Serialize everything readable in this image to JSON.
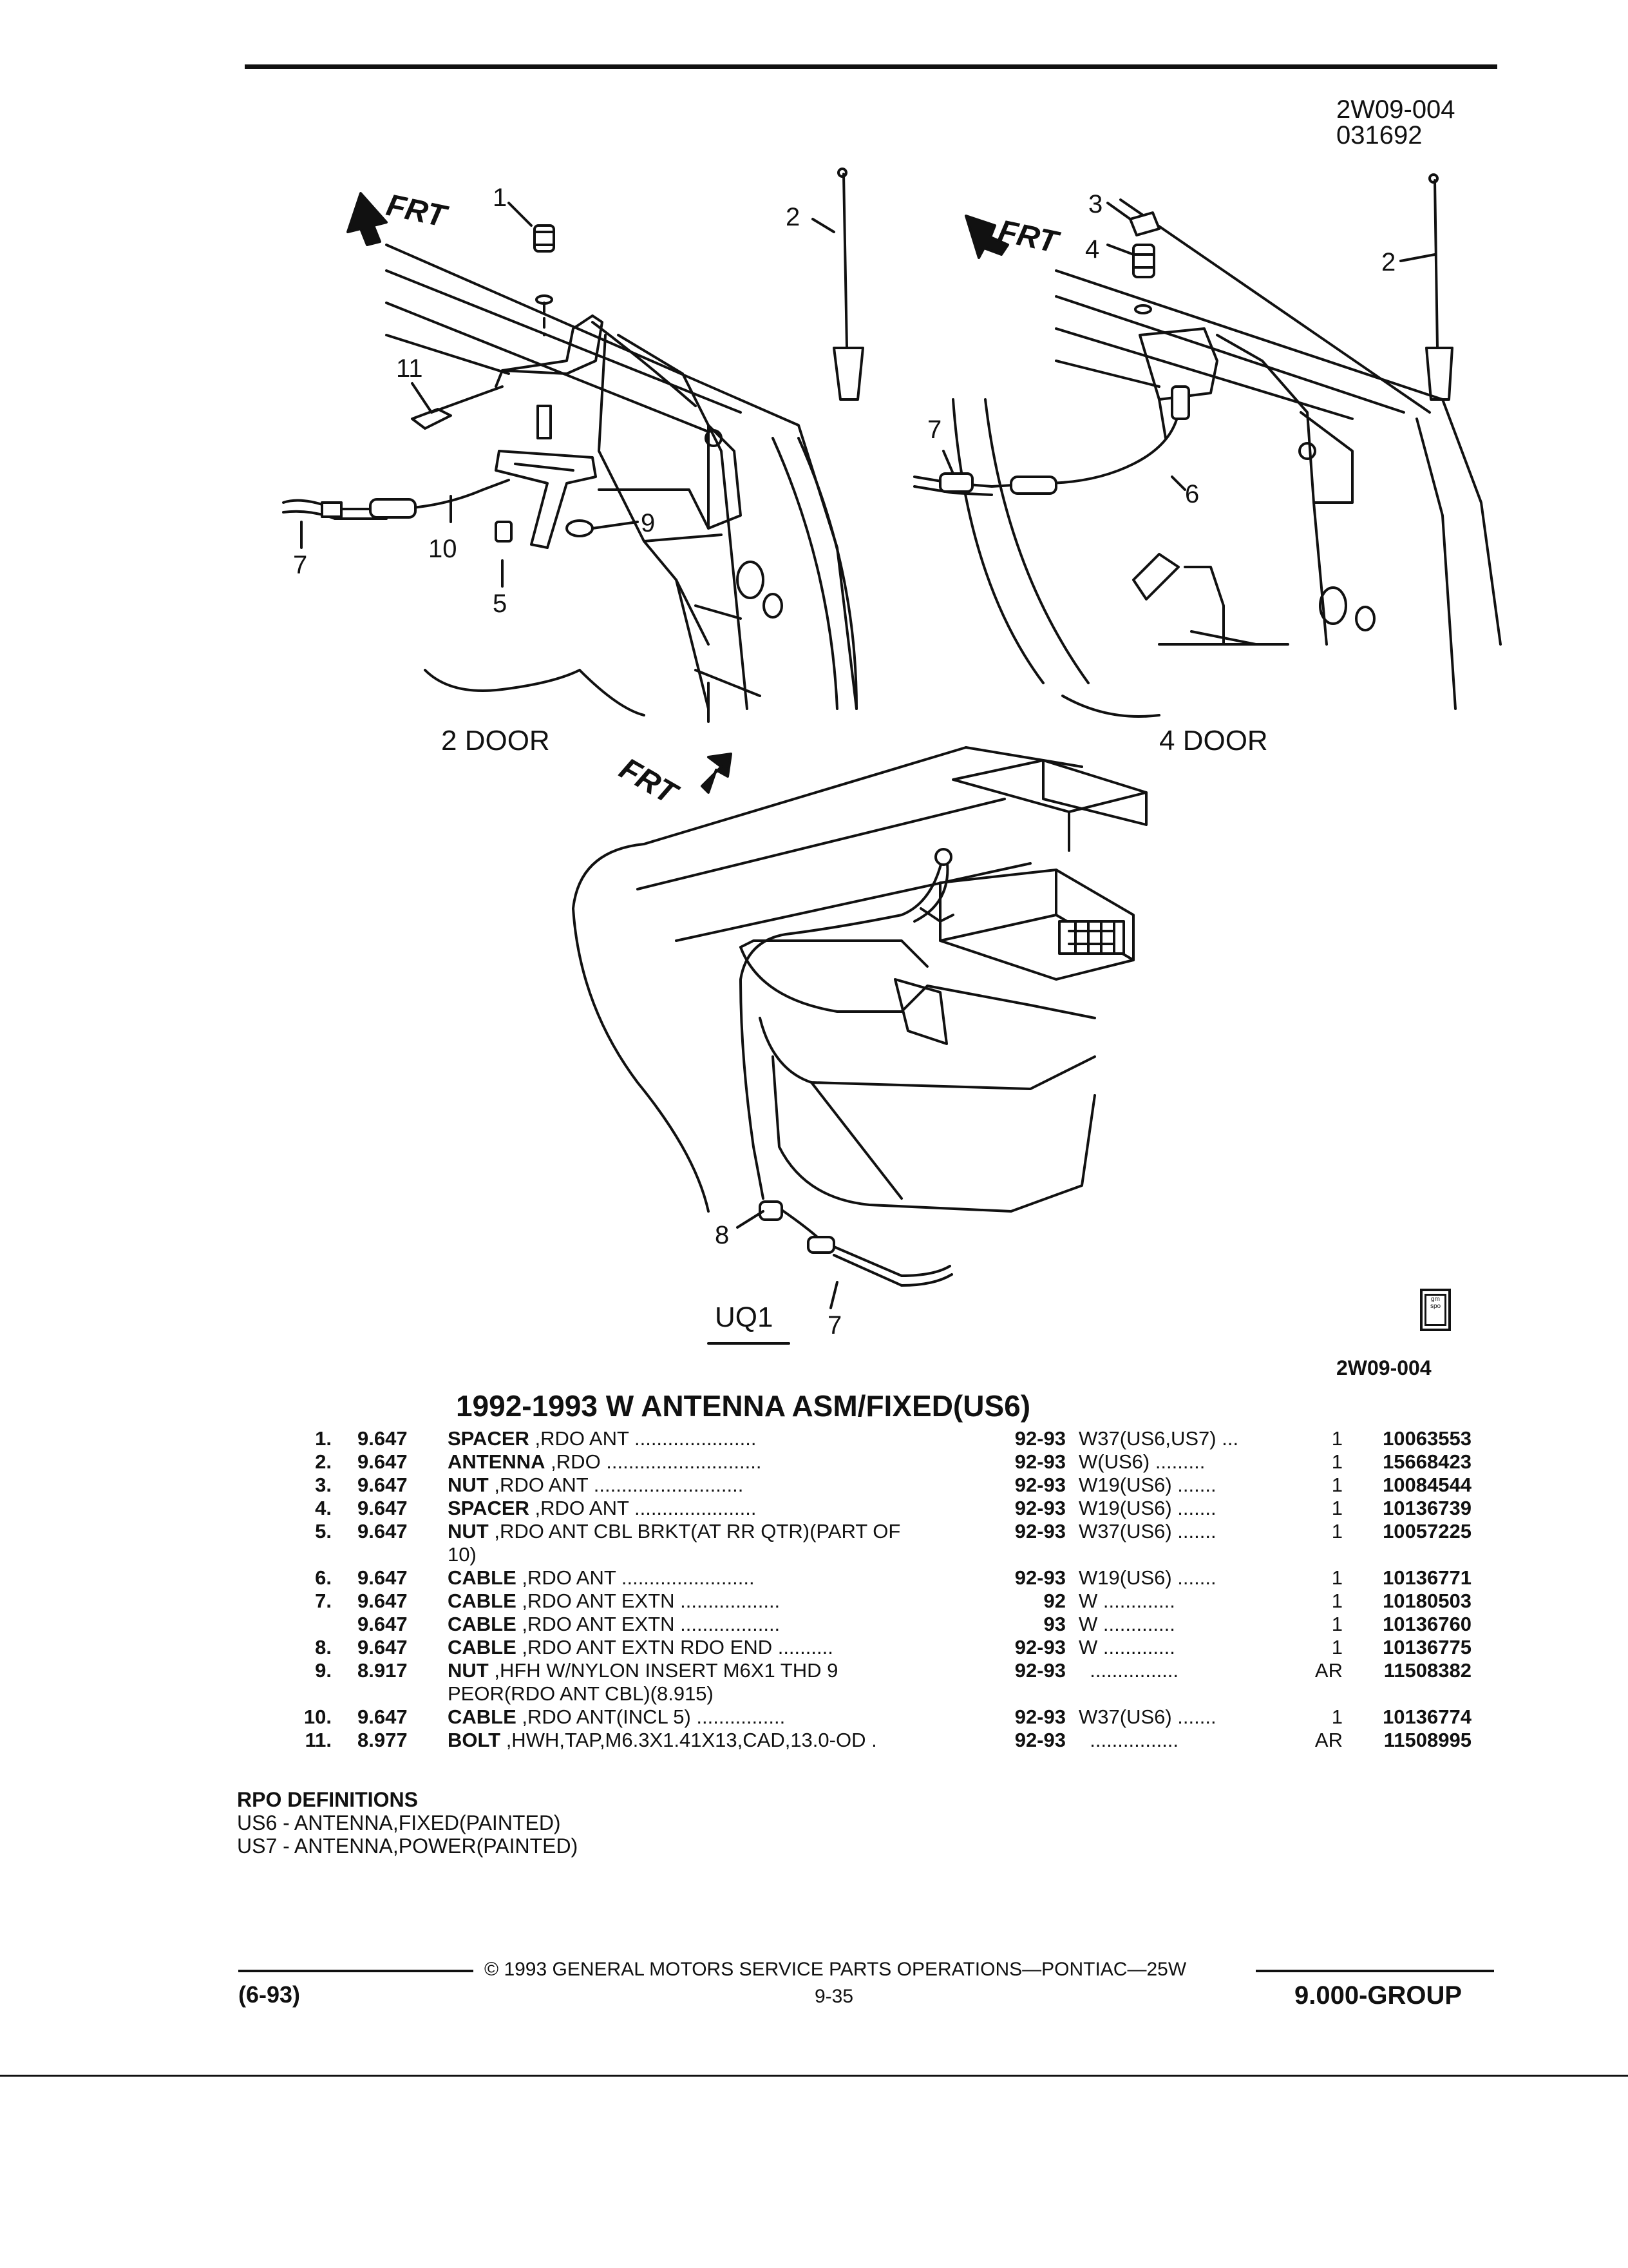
{
  "header": {
    "ref_code": "2W09-004",
    "ref_date": "031692"
  },
  "views": {
    "two_door": {
      "label": "2 DOOR",
      "frt": "FRT"
    },
    "four_door": {
      "label": "4 DOOR",
      "frt": "FRT"
    },
    "uq1": {
      "label": "UQ1",
      "frt": "FRT"
    }
  },
  "callouts": {
    "c1": "1",
    "c2a": "2",
    "c11": "11",
    "c7a": "7",
    "c10": "10",
    "c5": "5",
    "c9": "9",
    "c3": "3",
    "c4": "4",
    "c2b": "2",
    "c7b": "7",
    "c6": "6",
    "c8": "8",
    "c7c": "7"
  },
  "logo_text": "gm spo",
  "figure_id": "2W09-004",
  "parts_table": {
    "title": "1992-1993 W ANTENNA ASM/FIXED(US6)",
    "rows": [
      {
        "num": "1.",
        "grp": "9.647",
        "name": "SPACER",
        "desc": " ,RDO ANT ......................",
        "yr": "92-93",
        "model": "W37(US6,US7) ...",
        "qty": "1",
        "pn": "10063553"
      },
      {
        "num": "2.",
        "grp": "9.647",
        "name": "ANTENNA",
        "desc": " ,RDO ............................",
        "yr": "92-93",
        "model": "W(US6) .........",
        "qty": "1",
        "pn": "15668423"
      },
      {
        "num": "3.",
        "grp": "9.647",
        "name": "NUT",
        "desc": " ,RDO ANT ...........................",
        "yr": "92-93",
        "model": "W19(US6) .......",
        "qty": "1",
        "pn": "10084544"
      },
      {
        "num": "4.",
        "grp": "9.647",
        "name": "SPACER",
        "desc": " ,RDO ANT ......................",
        "yr": "92-93",
        "model": "W19(US6) .......",
        "qty": "1",
        "pn": "10136739"
      },
      {
        "num": "5.",
        "grp": "9.647",
        "name": "NUT",
        "desc": " ,RDO ANT CBL BRKT(AT RR QTR)(PART OF",
        "yr": "92-93",
        "model": "W37(US6) .......",
        "qty": "1",
        "pn": "10057225"
      },
      {
        "num": "",
        "grp": "",
        "name": "",
        "desc": "10)",
        "yr": "",
        "model": "",
        "qty": "",
        "pn": ""
      },
      {
        "num": "6.",
        "grp": "9.647",
        "name": "CABLE",
        "desc": " ,RDO ANT ........................",
        "yr": "92-93",
        "model": "W19(US6) .......",
        "qty": "1",
        "pn": "10136771"
      },
      {
        "num": "7.",
        "grp": "9.647",
        "name": "CABLE",
        "desc": " ,RDO ANT EXTN ..................",
        "yr": "92",
        "model": "W .............",
        "qty": "1",
        "pn": "10180503"
      },
      {
        "num": "",
        "grp": "9.647",
        "name": "CABLE",
        "desc": " ,RDO ANT EXTN ..................",
        "yr": "93",
        "model": "W .............",
        "qty": "1",
        "pn": "10136760"
      },
      {
        "num": "8.",
        "grp": "9.647",
        "name": "CABLE",
        "desc": " ,RDO ANT EXTN RDO END ..........",
        "yr": "92-93",
        "model": "W .............",
        "qty": "1",
        "pn": "10136775"
      },
      {
        "num": "9.",
        "grp": "8.917",
        "name": "NUT",
        "desc": " ,HFH W/NYLON INSERT M6X1 THD 9",
        "yr": "92-93",
        "model": "  ................",
        "qty": "AR",
        "pn": "11508382"
      },
      {
        "num": "",
        "grp": "",
        "name": "",
        "desc": "PEOR(RDO ANT CBL)(8.915)",
        "yr": "",
        "model": "",
        "qty": "",
        "pn": ""
      },
      {
        "num": "10.",
        "grp": "9.647",
        "name": "CABLE",
        "desc": " ,RDO ANT(INCL 5) ................",
        "yr": "92-93",
        "model": "W37(US6) .......",
        "qty": "1",
        "pn": "10136774"
      },
      {
        "num": "11.",
        "grp": "8.977",
        "name": "BOLT",
        "desc": " ,HWH,TAP,M6.3X1.41X13,CAD,13.0-OD .",
        "yr": "92-93",
        "model": "  ................",
        "qty": "AR",
        "pn": "11508995"
      }
    ]
  },
  "rpo": {
    "heading": "RPO DEFINITIONS",
    "items": [
      "US6 - ANTENNA,FIXED(PAINTED)",
      "US7 - ANTENNA,POWER(PAINTED)"
    ]
  },
  "footer": {
    "copyright": "© 1993 GENERAL MOTORS SERVICE PARTS OPERATIONS—PONTIAC—25W",
    "date": "(6-93)",
    "page": "9-35",
    "group": "9.000-GROUP"
  }
}
